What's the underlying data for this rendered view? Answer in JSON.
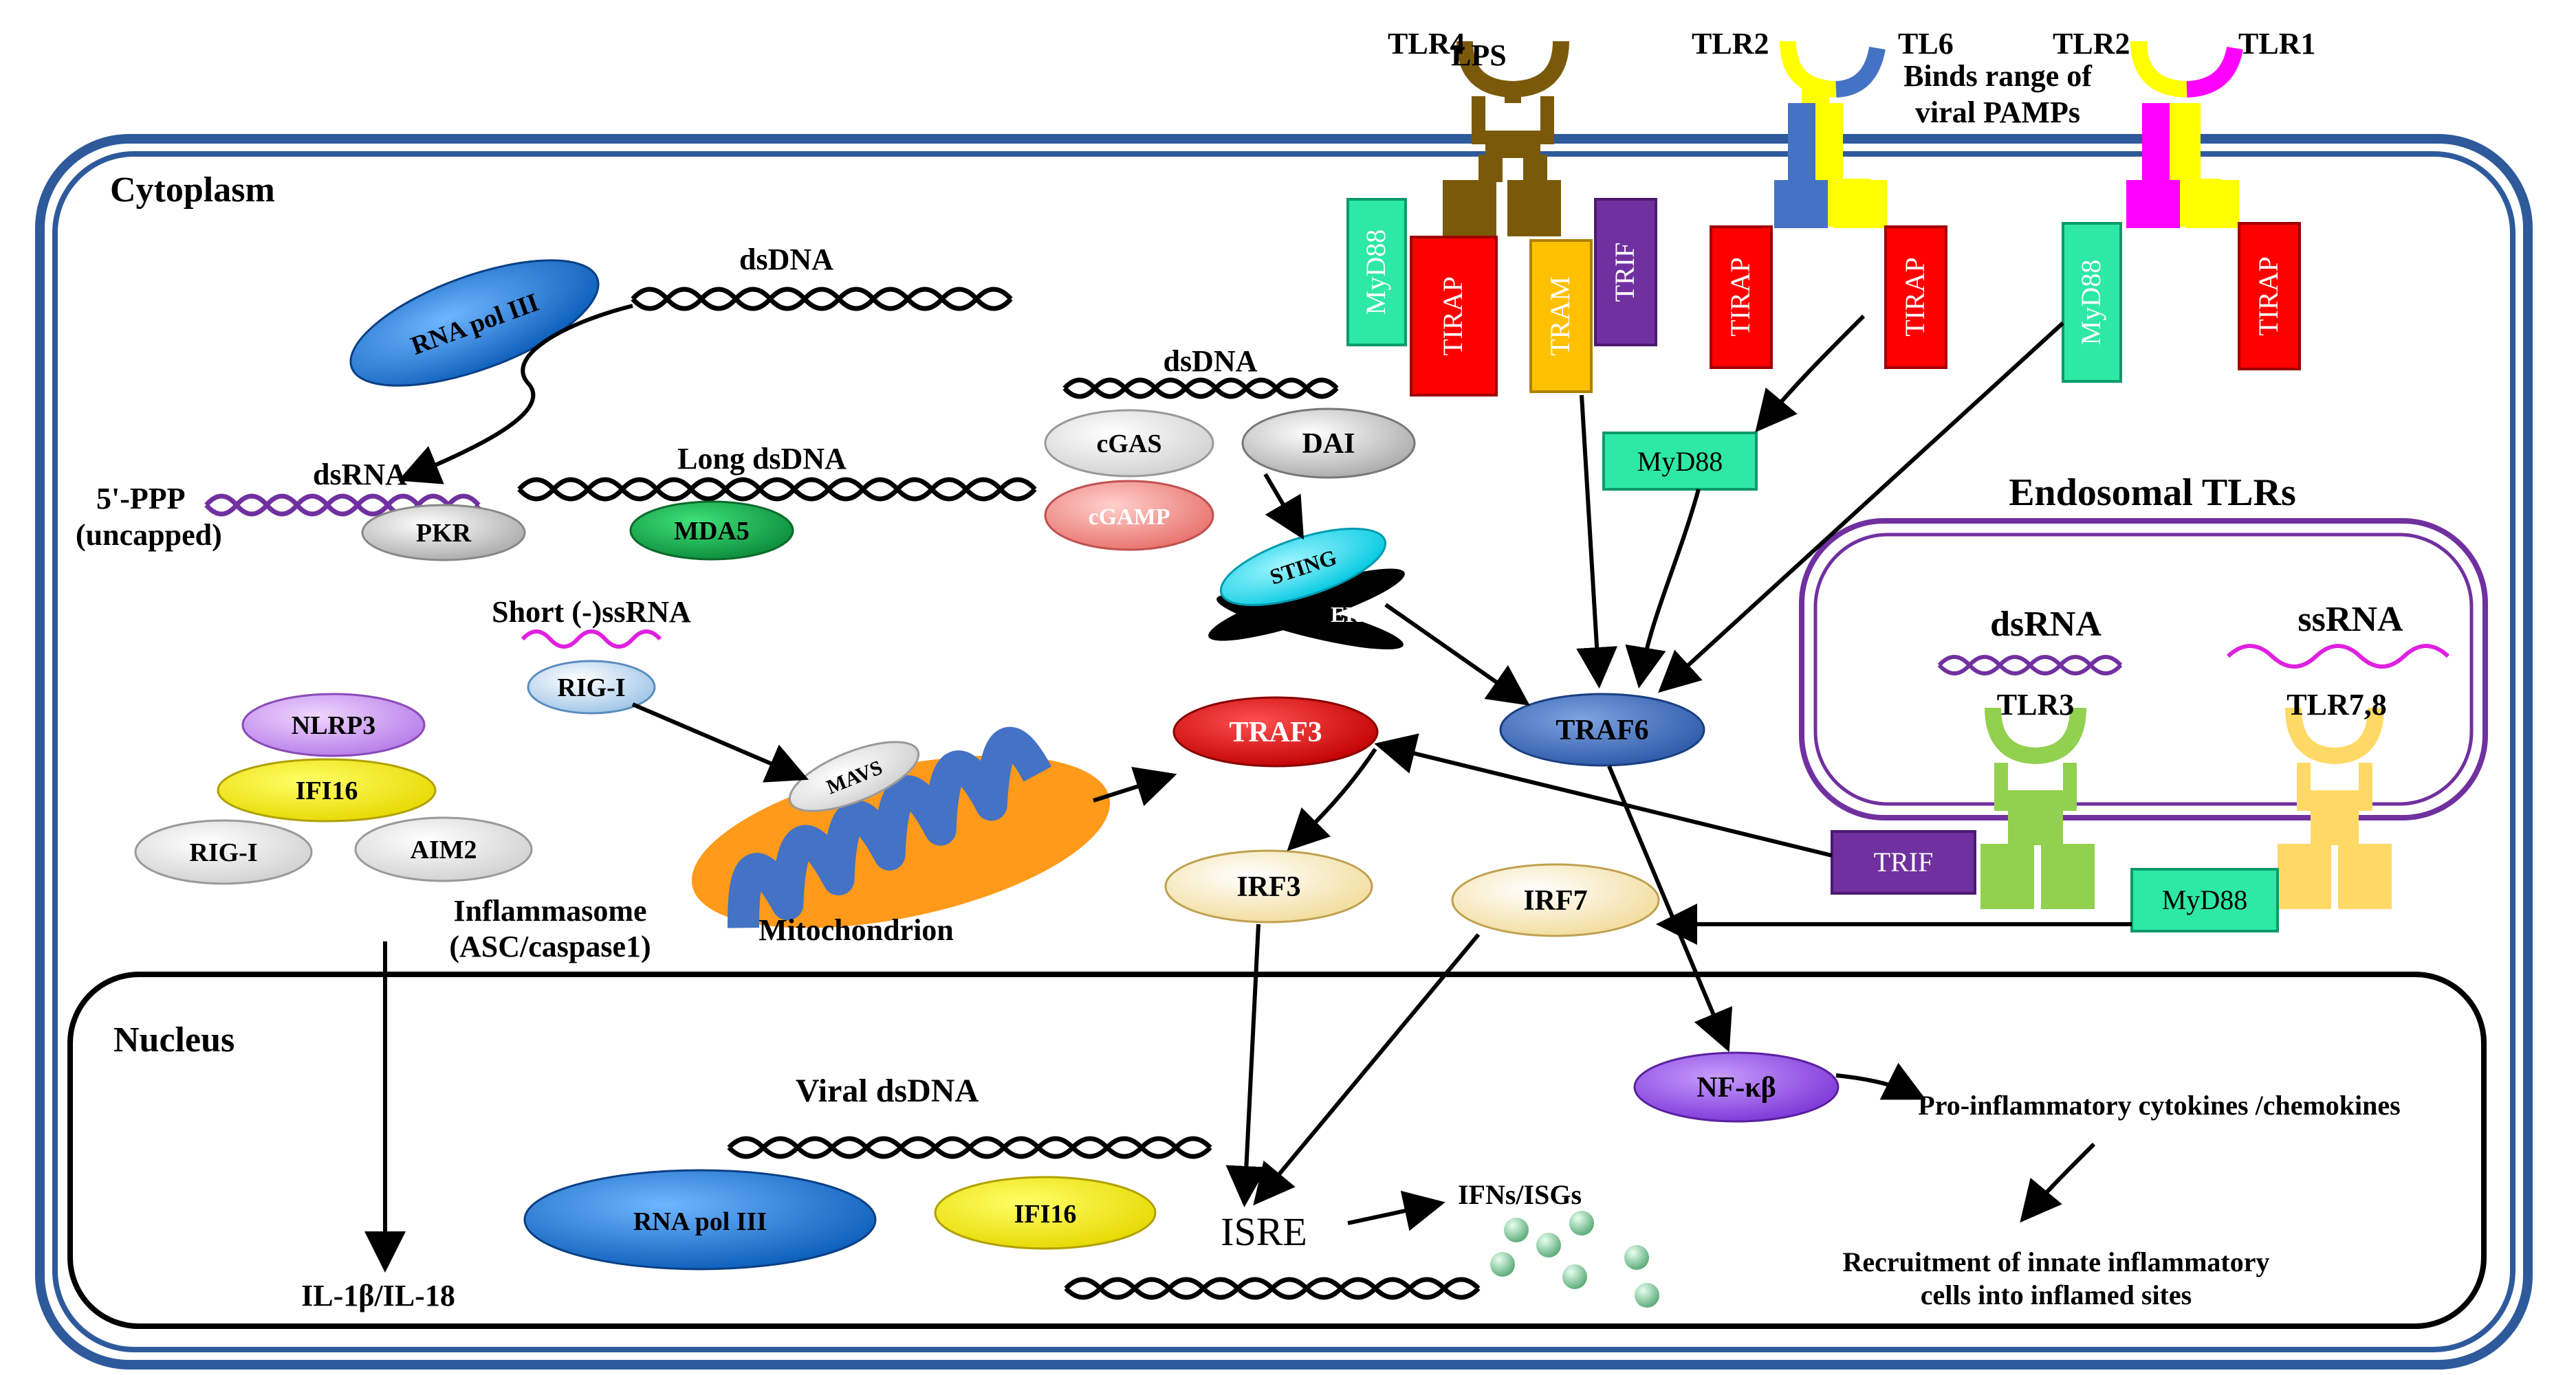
{
  "compartments": {
    "cytoplasm": "Cytoplasm",
    "nucleus": "Nucleus",
    "endosomal": "Endosomal TLRs"
  },
  "receptors": {
    "tlr4": "TLR4",
    "lps": "LPS",
    "tlr2_a": "TLR2",
    "tl6": "TL6",
    "tlr2_b": "TLR2",
    "tlr1": "TLR1",
    "binds": [
      "Binds range of",
      "viral PAMPs"
    ],
    "tlr3": "TLR3",
    "tlr78": "TLR7,8"
  },
  "adaptors": {
    "myd88_tlr4": "MyD88",
    "tirap_tlr4": "TIRAP",
    "tram": "TRAM",
    "trif_tlr4": "TRIF",
    "tirap_tlr26_a": "TIRAP",
    "tirap_tlr26_b": "TIRAP",
    "myd88_tlr21": "MyD88",
    "tirap_tlr21": "TIRAP",
    "myd88_mid": "MyD88",
    "trif_endo": "TRIF",
    "myd88_endo": "MyD88"
  },
  "cytoplasm_labels": {
    "dsdna_top": "dsDNA",
    "dsrna": "dsRNA",
    "ppp": [
      "5'-PPP",
      "(uncapped)"
    ],
    "long_dsdna": "Long dsDNA",
    "short_ssrna": "Short (-)ssRNA",
    "dsdna_mid": "dsDNA",
    "inflammasome": [
      "Inflammasome",
      "(ASC/caspase1)"
    ],
    "mitochondrion": "Mitochondrion",
    "er": "ER",
    "endo_dsrna": "dsRNA",
    "endo_ssrna": "ssRNA"
  },
  "molecules": {
    "rna_pol_iii": "RNA pol III",
    "pkr": "PKR",
    "mda5": "MDA5",
    "rig_i": "RIG-I",
    "nlrp3": "NLRP3",
    "ifi16": "IFI16",
    "rig_i_2": "RIG-I",
    "aim2": "AIM2",
    "mavs": "MAVS",
    "cgas": "cGAS",
    "cgamp": "cGAMP",
    "dai": "DAI",
    "sting": "STING",
    "traf3": "TRAF3",
    "traf6": "TRAF6",
    "irf3": "IRF3",
    "irf7": "IRF7",
    "nfkb": "NF-κβ"
  },
  "nucleus_labels": {
    "viral_dsdna": "Viral dsDNA",
    "rna_pol_iii": "RNA pol III",
    "ifi16": "IFI16",
    "isre": "ISRE",
    "ifns": "IFNs/ISGs",
    "il1": "IL-1β/IL-18",
    "cytokines": "Pro-inflammatory cytokines /chemokines",
    "recruitment": [
      "Recruitment of innate inflammatory",
      "cells into inflamed sites"
    ]
  },
  "colors": {
    "membrane": "#2e5a9c",
    "tlr4": "#7a5a0a",
    "tlr2": "#ffff00",
    "tl6": "#4472c4",
    "tlr1": "#ff00ff",
    "myd88": "#2ee8a6",
    "tirap": "#ff0000",
    "tram": "#ffc000",
    "trif": "#7030a0",
    "tlr3": "#92d050",
    "tlr78": "#ffd966",
    "endosome": "#7030a0",
    "mito": "#ff9a1a",
    "mito_inner": "#4472c4"
  }
}
